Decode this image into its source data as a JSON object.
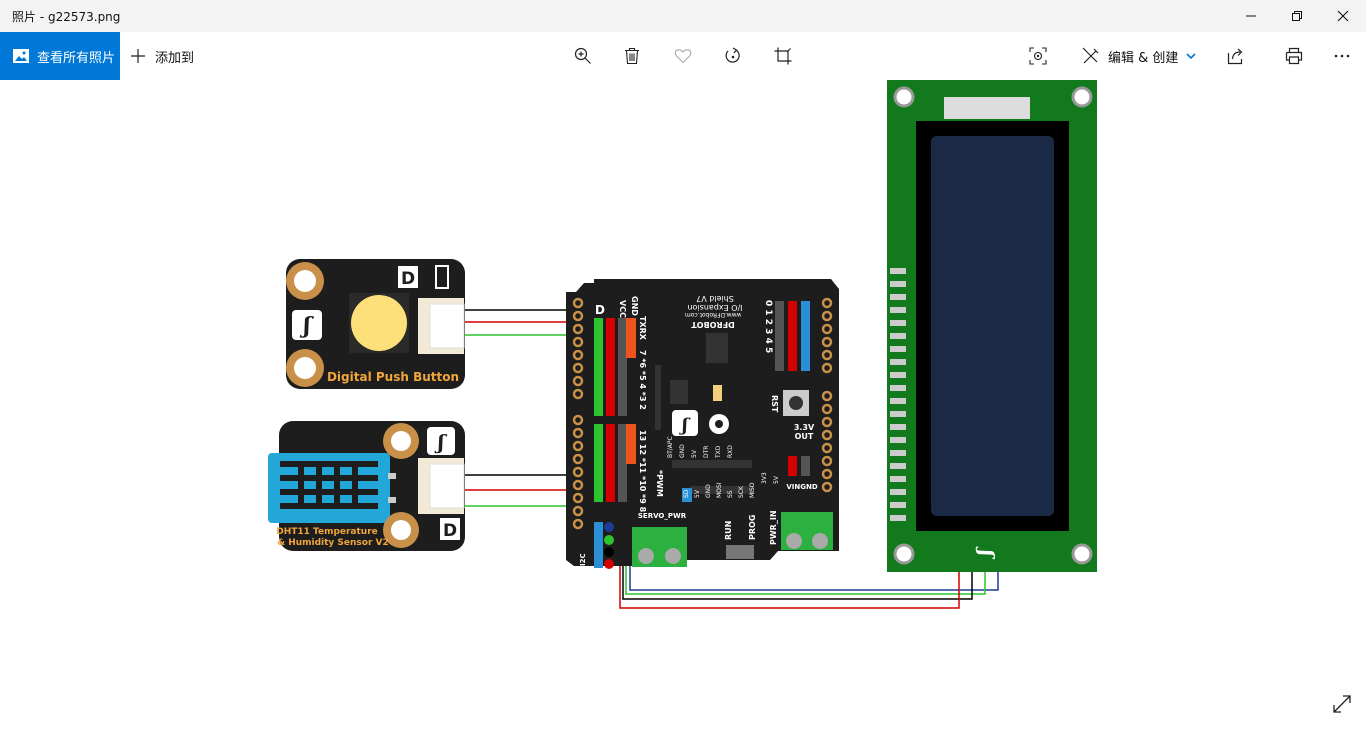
{
  "window": {
    "title": "照片 - g22573.png"
  },
  "toolbar": {
    "view_all_label": "查看所有照片",
    "add_to_label": "添加到",
    "edit_create_label": "编辑 & 创建"
  },
  "icons": {
    "zoom": "zoom-in-icon",
    "delete": "trash-icon",
    "favorite": "heart-icon",
    "rotate": "rotate-icon",
    "crop": "crop-icon",
    "enhance": "enhance-icon",
    "share": "share-icon",
    "print": "print-icon",
    "more": "more-icon"
  },
  "image": {
    "button_module_label": "Digital Push Button",
    "dht_label_line1": "DHT11 Temperature",
    "dht_label_line2": "& Humidity Sensor V2",
    "shield_title_1": "Shield V7",
    "shield_title_2": "I/O Expansion",
    "shield_url": "www.DFRobot.com",
    "shield_brand": "DFROBOT",
    "rst_label": "RST",
    "out33_1": "3.3V",
    "out33_2": "OUT",
    "servo_pwr": "SERVO_PWR",
    "pwr_in": "PWR_IN",
    "run": "RUN",
    "prog": "PROG",
    "vin_gnd": "VINGND",
    "i2c": "I2C",
    "pwm": "*PWM",
    "d_letter": "D",
    "vcc": "VCC",
    "gnd": "GND",
    "txrx": "TXRX",
    "pins_left": "13 12 *11 *10 *9 8",
    "pins_mid": "7 *6 *5 4 *3 2",
    "pins_analog": "0 1 2 3 4 5",
    "bt_labels": [
      "BT/APC",
      "GND",
      "5V",
      "DTR",
      "TXD",
      "RXD"
    ],
    "spi_labels": [
      "SD",
      "5V",
      "GND",
      "MOSI",
      "SS",
      "SCK",
      "MISO"
    ],
    "pwr_sel": [
      "3V3",
      "5V"
    ]
  },
  "colors": {
    "accent": "#0078d7",
    "wire_red": "#d40000",
    "wire_green": "#2cc42c",
    "wire_blue": "#1e3c96",
    "lcd_pcb": "#127a1c",
    "lcd_screen": "#1b2b47",
    "shield": "#1d1d1d",
    "sensor_blue": "#22a7d8",
    "button_yellow": "#fde07a"
  }
}
